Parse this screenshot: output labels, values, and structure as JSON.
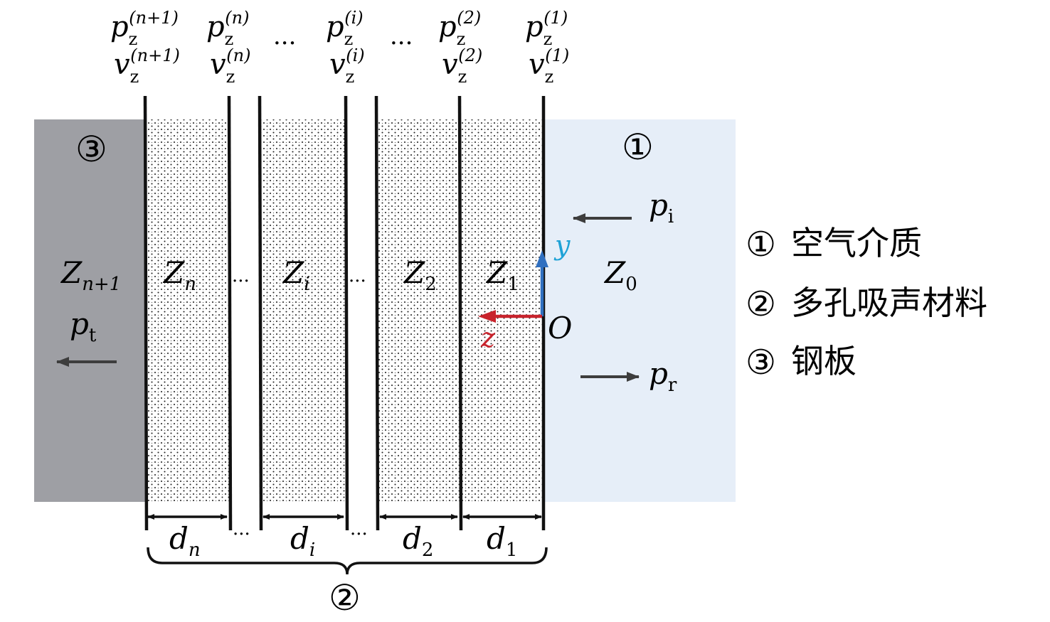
{
  "colors": {
    "air": "#e6eef8",
    "steel": "#9e9fa4",
    "line": "#111111",
    "arrow_gray": "#3d3d3d",
    "y_axis": "#2f6fc0",
    "y_label": "#1fa2d6",
    "z_axis": "#c8232c",
    "z_label": "#c8232c"
  },
  "top_labels": [
    {
      "p": "p",
      "v": "v",
      "sub": "z",
      "sup": "(n+1)"
    },
    {
      "p": "p",
      "v": "v",
      "sub": "z",
      "sup": "(n)"
    },
    {
      "ellipsis": "···"
    },
    {
      "p": "p",
      "v": "v",
      "sub": "z",
      "sup": "(i)"
    },
    {
      "ellipsis": "···"
    },
    {
      "p": "p",
      "v": "v",
      "sub": "z",
      "sup": "(2)"
    },
    {
      "p": "p",
      "v": "v",
      "sub": "z",
      "sup": "(1)"
    }
  ],
  "regions": {
    "air_marker": "①",
    "steel_marker": "③",
    "porous_marker": "②"
  },
  "impedances": {
    "z_n1": {
      "main": "Z",
      "sub": "n+1"
    },
    "z_n": {
      "main": "Z",
      "sub": "n"
    },
    "z_i": {
      "main": "Z",
      "sub": "i"
    },
    "z_2": {
      "main": "Z",
      "sub": "2"
    },
    "z_1": {
      "main": "Z",
      "sub": "1"
    },
    "z_0": {
      "main": "Z",
      "sub": "0"
    }
  },
  "gap_ellipsis": "···",
  "thickness": [
    {
      "main": "d",
      "sub": "n"
    },
    {
      "main": "d",
      "sub": "i"
    },
    {
      "main": "d",
      "sub": "2"
    },
    {
      "main": "d",
      "sub": "1"
    }
  ],
  "waves": {
    "incident": {
      "main": "p",
      "sub": "i"
    },
    "reflected": {
      "main": "p",
      "sub": "r"
    },
    "transmitted": {
      "main": "p",
      "sub": "t"
    }
  },
  "axes": {
    "y": "y",
    "z": "z",
    "origin": "O"
  },
  "legend": [
    {
      "marker": "①",
      "text": "空气介质"
    },
    {
      "marker": "②",
      "text": "多孔吸声材料"
    },
    {
      "marker": "③",
      "text": "钢板"
    }
  ]
}
